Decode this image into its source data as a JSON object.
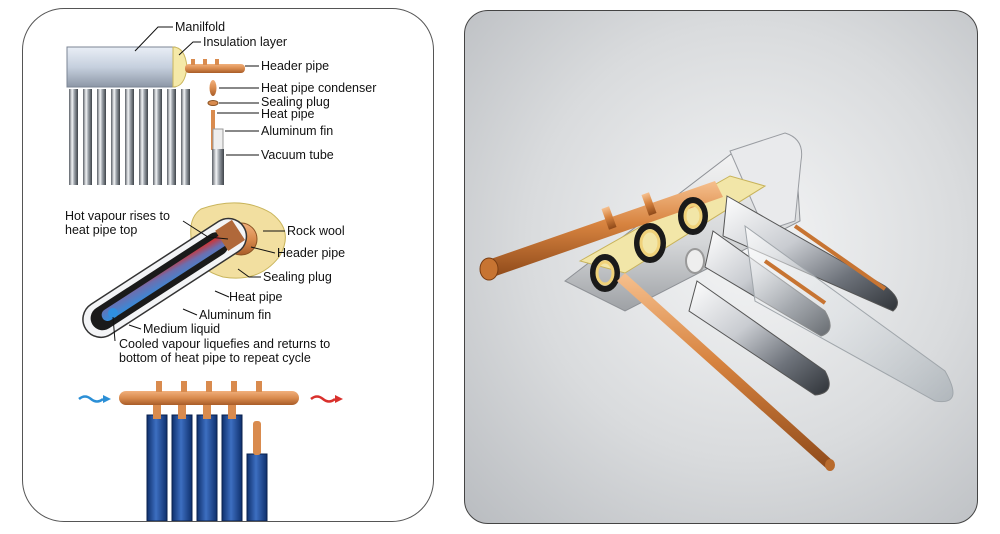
{
  "diagram_top": {
    "manifold": "Manilfold",
    "insulation_layer": "Insulation layer",
    "header_pipe": "Header pipe",
    "heat_pipe_condenser": "Heat pipe condenser",
    "sealing_plug": "Sealing plug",
    "heat_pipe": "Heat pipe",
    "aluminum_fin": "Aluminum fin",
    "vacuum_tube": "Vacuum tube"
  },
  "diagram_middle": {
    "hot_vapour_line1": "Hot vapour rises to",
    "hot_vapour_line2": "heat pipe top",
    "rock_wool": "Rock wool",
    "header_pipe": "Header pipe",
    "sealing_plug": "Sealing plug",
    "heat_pipe": "Heat pipe",
    "aluminum_fin": "Aluminum fin",
    "medium_liquid": "Medium liquid",
    "cooled_line1": "Cooled vapour liquefies and returns to",
    "cooled_line2": "bottom of heat pipe to repeat cycle"
  },
  "colors": {
    "copper": "#d98b4e",
    "vacuum_blue": "#1f4f9e",
    "rock_wool": "#f2dfa0",
    "inlet_arrow": "#2b8fd6",
    "outlet_arrow": "#d9302c"
  }
}
